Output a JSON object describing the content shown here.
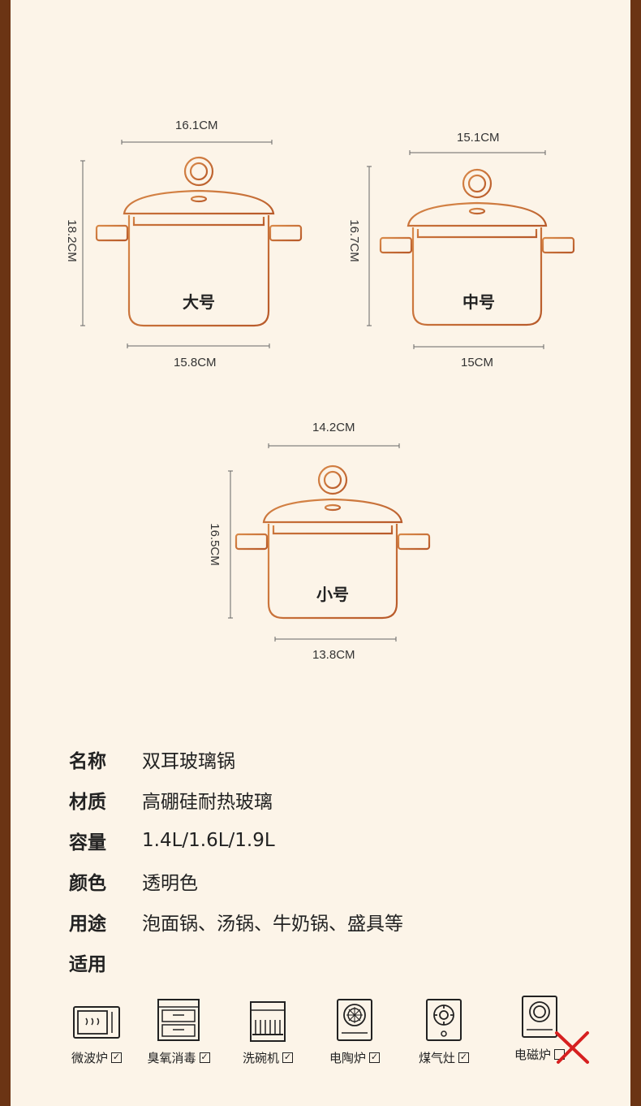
{
  "pots": [
    {
      "name": "大号",
      "top_width": "16.1CM",
      "height": "18.2CM",
      "bottom_width": "15.8CM"
    },
    {
      "name": "中号",
      "top_width": "15.1CM",
      "height": "16.7CM",
      "bottom_width": "15CM"
    },
    {
      "name": "小号",
      "top_width": "14.2CM",
      "height": "16.5CM",
      "bottom_width": "13.8CM"
    }
  ],
  "specs": [
    {
      "key": "名称",
      "value": "双耳玻璃锅"
    },
    {
      "key": "材质",
      "value": "高硼硅耐热玻璃"
    },
    {
      "key": "容量",
      "value": "1.4L/1.6L/1.9L"
    },
    {
      "key": "颜色",
      "value": "透明色"
    },
    {
      "key": "用途",
      "value": "泡面锅、汤锅、牛奶锅、盛具等"
    },
    {
      "key": "适用",
      "value": ""
    }
  ],
  "appliances": [
    {
      "label": "微波炉",
      "icon": "microwave-icon",
      "check": "✓"
    },
    {
      "label": "臭氧消毒",
      "icon": "sterilizer-icon",
      "check": "✓"
    },
    {
      "label": "洗碗机",
      "icon": "dishwasher-icon",
      "check": "✓"
    },
    {
      "label": "电陶炉",
      "icon": "ceramic-stove-icon",
      "check": "✓"
    },
    {
      "label": "煤气灶",
      "icon": "gas-stove-icon",
      "check": "✓"
    },
    {
      "label": "电磁炉",
      "icon": "induction-cooker-icon",
      "check": ""
    }
  ],
  "colors": {
    "pot_stroke": "#c8703a",
    "border": "#6b3414",
    "background": "#fcf4e8",
    "cross": "#d62020"
  }
}
